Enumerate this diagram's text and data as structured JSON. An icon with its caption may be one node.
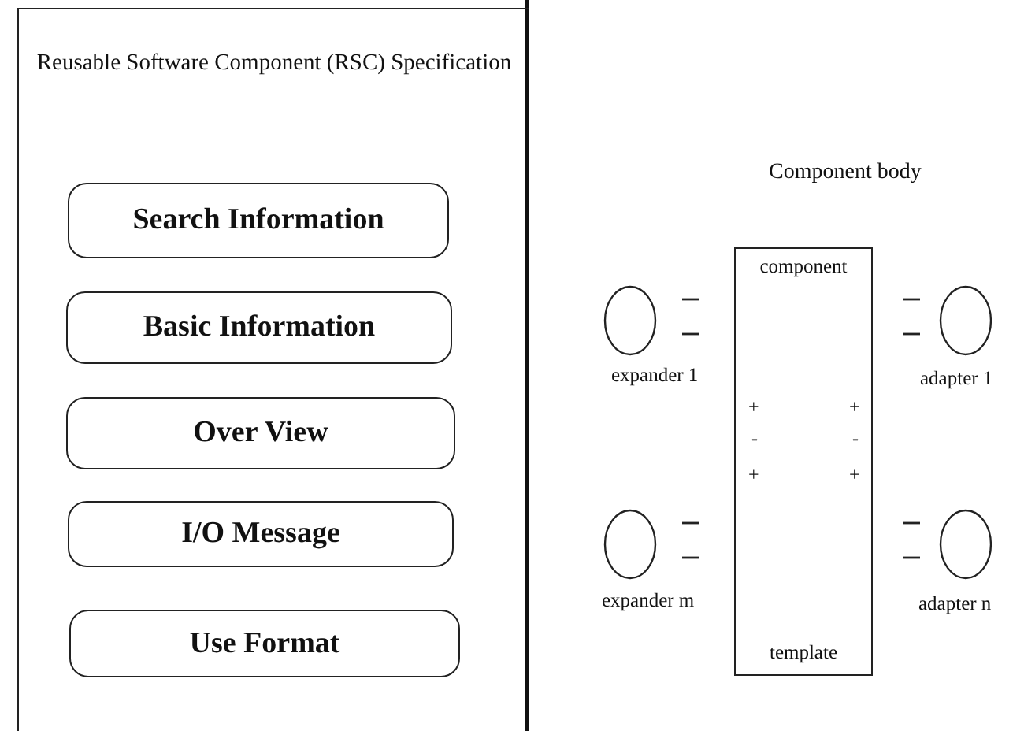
{
  "diagram": {
    "nodes": [
      {
        "text": [
          "Reusable Software Component (RSC) Specification"
        ]
      },
      {
        "text": [
          "Search Information"
        ],
        "in": 0
      },
      {
        "text": [
          "Basic Information"
        ],
        "in": 0
      },
      {
        "text": [
          "Over View"
        ],
        "in": 0
      },
      {
        "text": [
          "I/O Message"
        ],
        "in": 0
      },
      {
        "text": [
          "Use Format"
        ],
        "in": 0
      },
      {
        "text": [
          "component",
          "template"
        ]
      },
      {
        "text": [],
        "shape": "circle",
        "beside": [
          "expander 1"
        ]
      },
      {
        "text": [],
        "shape": "circle",
        "beside": [
          "adapter 1"
        ]
      },
      {
        "text": [],
        "shape": "circle",
        "beside": [
          "expander m"
        ]
      },
      {
        "text": [],
        "shape": "circle",
        "beside": [
          "adapter n"
        ]
      }
    ],
    "edges": [],
    "labels": [
      "Component body",
      "+",
      "-",
      "+",
      "+",
      "-",
      "+"
    ]
  }
}
